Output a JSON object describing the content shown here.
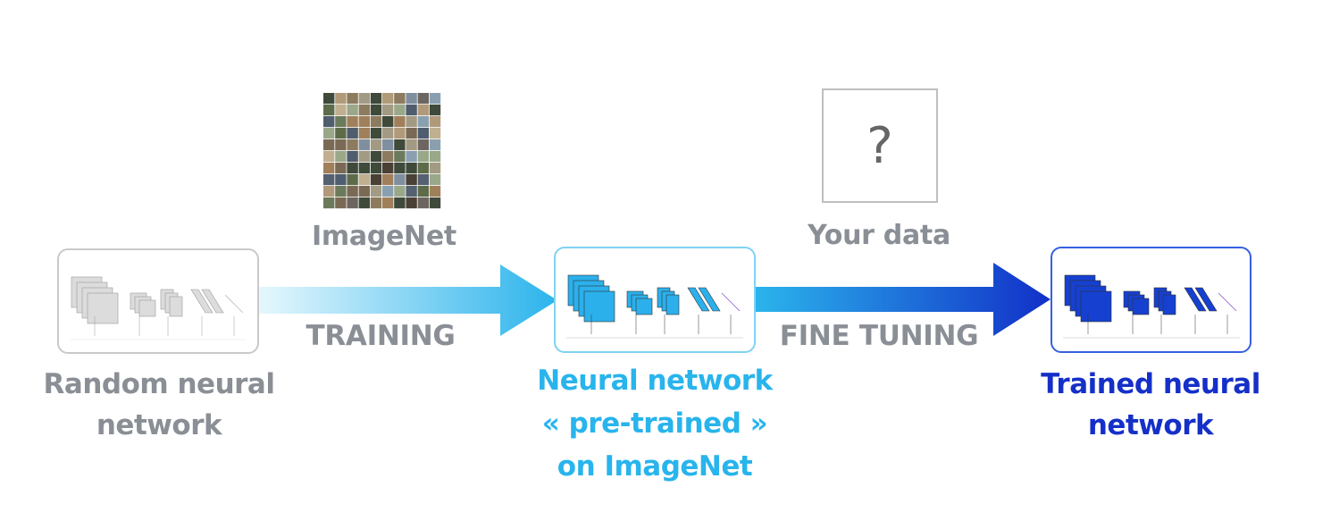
{
  "nodes": {
    "random": {
      "lines": [
        "Random neural",
        "network"
      ],
      "color": "#8a8f96",
      "border": "#c9c9c9",
      "fill": "#dcdcdc"
    },
    "pretrained": {
      "lines": [
        "Neural network",
        "« pre-trained »",
        "on ImageNet"
      ],
      "color": "#28b4ec",
      "border": "#7fd3f2",
      "fill": "#2bb0ec"
    },
    "trained": {
      "lines": [
        "Trained neural",
        "network"
      ],
      "color": "#1530c8",
      "border": "#3560e0",
      "fill": "#1540d0"
    }
  },
  "edges": {
    "training": {
      "label": "TRAINING",
      "start_color": "#e6f7fd",
      "end_color": "#2bb4ec"
    },
    "fine_tuning": {
      "label": "FINE TUNING",
      "start_color": "#2bb4ec",
      "end_color": "#1230c8"
    }
  },
  "inputs": {
    "imagenet": {
      "label": "ImageNet"
    },
    "your_data": {
      "label": "Your data",
      "symbol": "?"
    }
  }
}
